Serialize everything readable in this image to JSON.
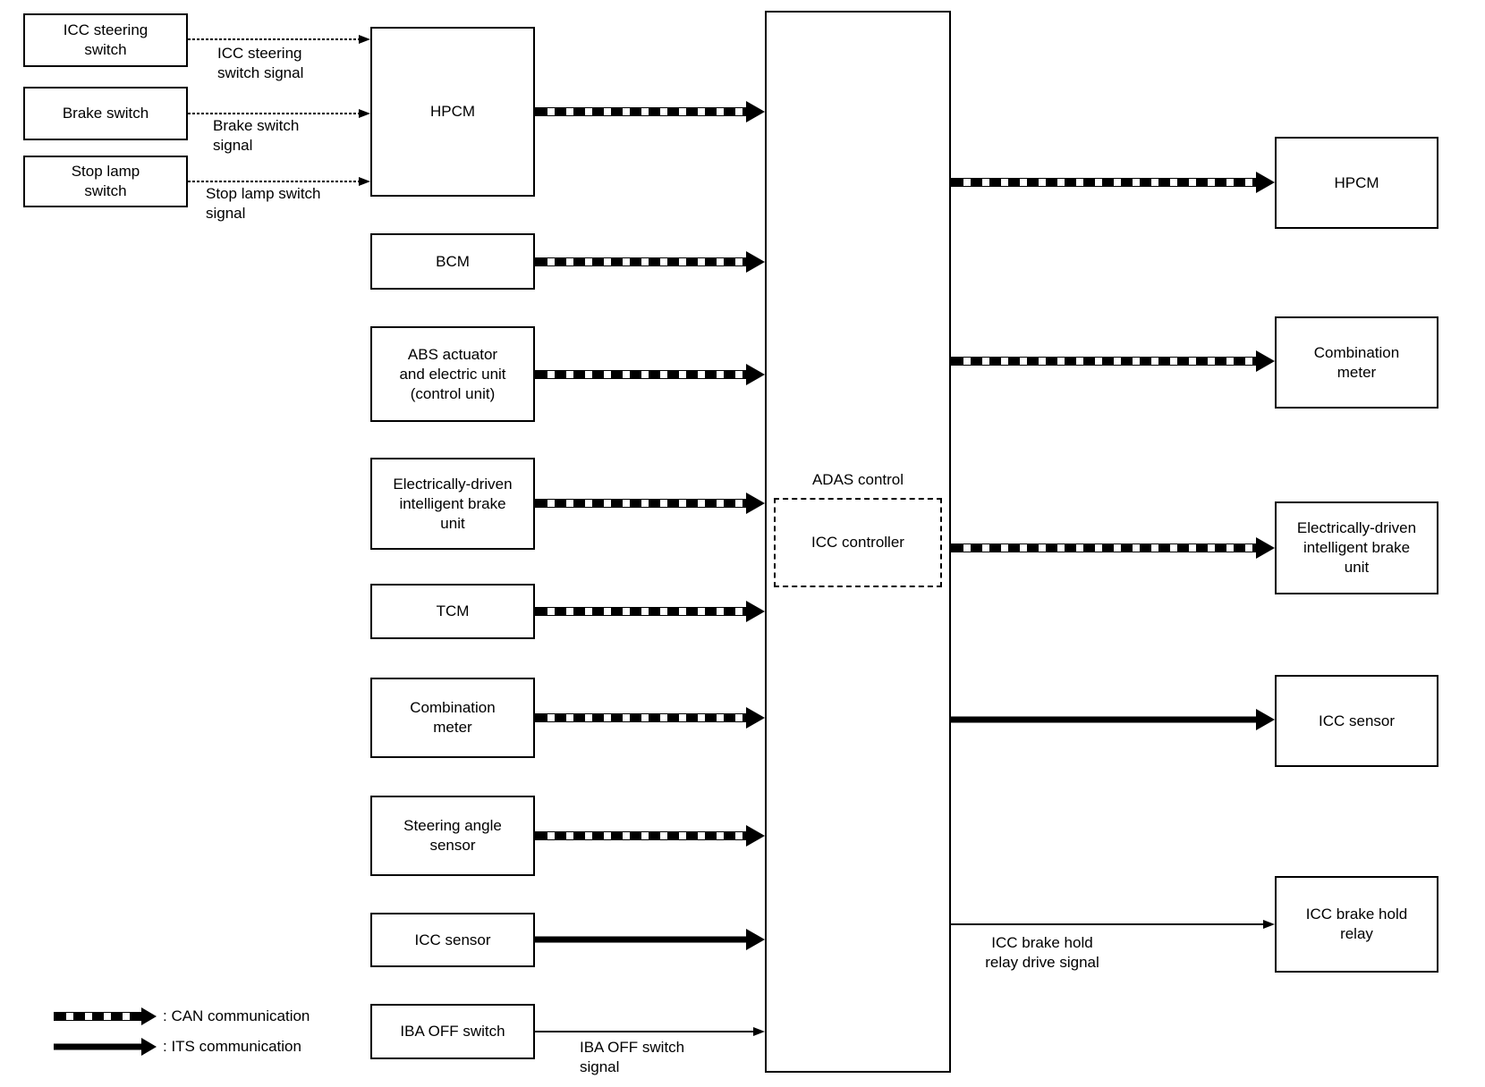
{
  "diagram": {
    "title_hint": "ICC / ADAS system communication diagram",
    "left_switches": [
      {
        "label": "ICC steering\nswitch",
        "signal": "ICC steering\nswitch signal",
        "line_type": "signal"
      },
      {
        "label": "Brake switch",
        "signal": "Brake switch\nsignal",
        "line_type": "signal"
      },
      {
        "label": "Stop lamp\nswitch",
        "signal": "Stop lamp switch\nsignal",
        "line_type": "signal"
      }
    ],
    "mid_nodes": [
      {
        "label": "HPCM",
        "bus": "CAN"
      },
      {
        "label": "BCM",
        "bus": "CAN"
      },
      {
        "label": "ABS actuator\nand electric unit\n(control unit)",
        "bus": "CAN"
      },
      {
        "label": "Electrically-driven\nintelligent brake\nunit",
        "bus": "CAN"
      },
      {
        "label": "TCM",
        "bus": "CAN"
      },
      {
        "label": "Combination\nmeter",
        "bus": "CAN"
      },
      {
        "label": "Steering angle\nsensor",
        "bus": "CAN"
      },
      {
        "label": "ICC sensor",
        "bus": "ITS"
      },
      {
        "label": "IBA OFF switch",
        "bus": "signal",
        "signal": "IBA OFF switch\nsignal"
      }
    ],
    "controller": {
      "outer_label": "ADAS control",
      "inner_label": "ICC controller"
    },
    "right_nodes": [
      {
        "label": "HPCM",
        "bus": "CAN"
      },
      {
        "label": "Combination\nmeter",
        "bus": "CAN"
      },
      {
        "label": "Electrically-driven\nintelligent brake\nunit",
        "bus": "CAN"
      },
      {
        "label": "ICC sensor",
        "bus": "ITS"
      },
      {
        "label": "ICC brake hold\nrelay",
        "bus": "signal",
        "signal": "ICC brake hold\nrelay drive signal"
      }
    ],
    "legend": {
      "items": [
        {
          "sample": "can-dashed-arrow",
          "label": ": CAN communication"
        },
        {
          "sample": "its-solid-arrow",
          "label": ": ITS communication"
        }
      ]
    }
  }
}
